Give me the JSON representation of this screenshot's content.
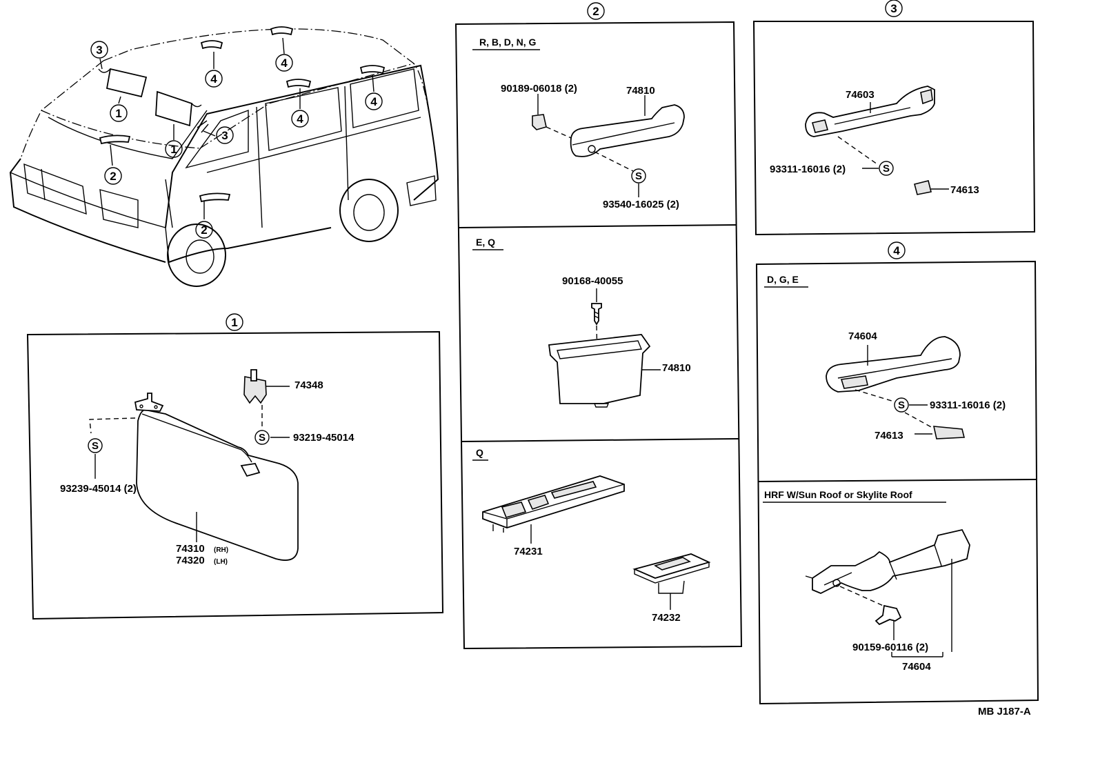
{
  "callouts": {
    "c1": "1",
    "c2": "2",
    "c3": "3",
    "c4": "4",
    "s": "S"
  },
  "van": {
    "callout_labels": [
      "3",
      "4",
      "4",
      "4",
      "4",
      "1",
      "1",
      "3",
      "2",
      "2"
    ]
  },
  "section1": {
    "title": "1",
    "parts": {
      "clip_top": "74348",
      "screw_right": "93219-45014",
      "screw_left": "93239-45014 (2)",
      "visor_rh": "74310",
      "visor_rh_suffix": "(RH)",
      "visor_lh": "74320",
      "visor_lh_suffix": "(LH)"
    }
  },
  "section2": {
    "title": "2",
    "panel_a": {
      "header": "R, B, D, N, G",
      "cap": "90189-06018 (2)",
      "handle": "74810",
      "screw": "93540-16025 (2)"
    },
    "panel_b": {
      "header": "E, Q",
      "screw": "90168-40055",
      "pocket": "74810"
    },
    "panel_c": {
      "header": "Q",
      "switch_a": "74231",
      "switch_b": "74232"
    }
  },
  "section3": {
    "title": "3",
    "handle": "74603",
    "screw": "93311-16016 (2)",
    "cap": "74613"
  },
  "section4": {
    "title": "4",
    "panel_a": {
      "header": "D, G, E",
      "handle": "74604",
      "screw": "93311-16016 (2)",
      "cap": "74613"
    },
    "panel_b": {
      "header": "HRF W/Sun Roof or Skylite Roof",
      "screw": "90159-60116 (2)",
      "assembly": "74604"
    }
  },
  "footer": {
    "code": "MB J187-A"
  }
}
